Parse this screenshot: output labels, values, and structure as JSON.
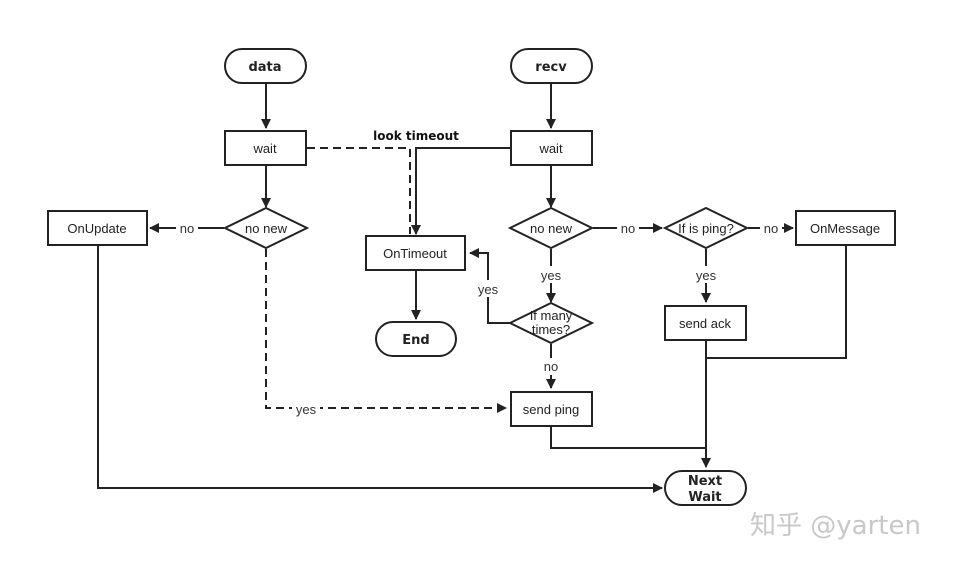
{
  "nodes": {
    "data": "data",
    "recv": "recv",
    "wait_left": "wait",
    "wait_right": "wait",
    "no_new_left": "no new",
    "no_new_right": "no new",
    "on_update": "OnUpdate",
    "on_timeout": "OnTimeout",
    "end": "End",
    "is_ping": "If is ping?",
    "on_message": "OnMessage",
    "many_times_line1": "If many",
    "many_times_line2": "times?",
    "send_ack": "send ack",
    "send_ping": "send ping",
    "next_wait_line1": "Next",
    "next_wait_line2": "Wait"
  },
  "edges": {
    "look_timeout": "look timeout",
    "no_left": "no",
    "no_right_to_ping": "no",
    "no_ping_to_message": "no",
    "yes_right_down": "yes",
    "yes_ping_down": "yes",
    "yes_many_times": "yes",
    "no_many_times": "no",
    "yes_left_dashed": "yes"
  },
  "watermark": "知乎 @yarten"
}
